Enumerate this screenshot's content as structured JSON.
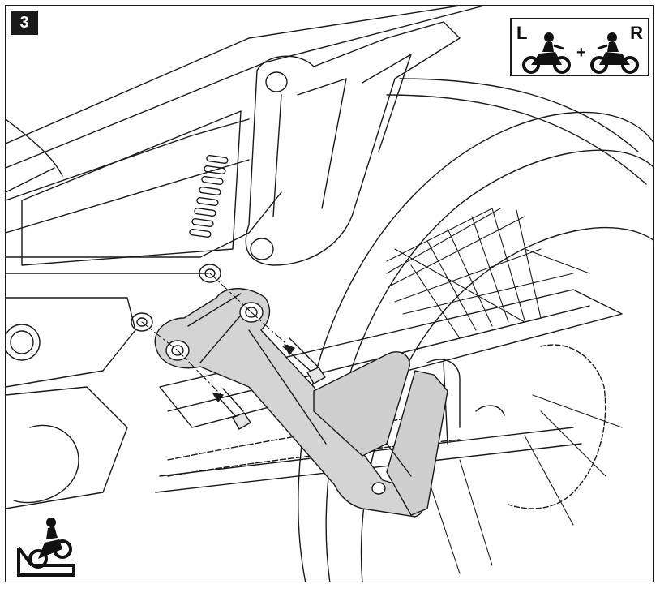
{
  "step": {
    "number": "3"
  },
  "side_indicator": {
    "left_label": "L",
    "right_label": "R",
    "joiner": "+"
  },
  "icons": {
    "left_side": "motorcycle-left-side-icon",
    "right_side": "motorcycle-right-side-icon",
    "workshop": "motorcycle-on-ramp-icon"
  }
}
